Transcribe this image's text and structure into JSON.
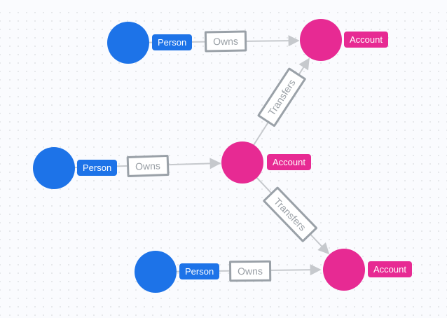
{
  "colors": {
    "person": "#1d73e8",
    "account": "#e72a93",
    "edge": "#c6c9cd",
    "rel-border": "#9aa1a8",
    "rel-text": "#9aa0a6",
    "bg": "#fafbfe",
    "dot": "#e6e8eb"
  },
  "nodes": [
    {
      "id": "person-1",
      "type": "Person",
      "label": "Person"
    },
    {
      "id": "account-1",
      "type": "Account",
      "label": "Account"
    },
    {
      "id": "person-2",
      "type": "Person",
      "label": "Person"
    },
    {
      "id": "account-2",
      "type": "Account",
      "label": "Account"
    },
    {
      "id": "person-3",
      "type": "Person",
      "label": "Person"
    },
    {
      "id": "account-3",
      "type": "Account",
      "label": "Account"
    }
  ],
  "relationships": [
    {
      "label": "Owns",
      "from": "person-1",
      "to": "account-1"
    },
    {
      "label": "Transfers",
      "from": "account-2",
      "to": "account-1"
    },
    {
      "label": "Owns",
      "from": "person-2",
      "to": "account-2"
    },
    {
      "label": "Transfers",
      "from": "account-2",
      "to": "account-3"
    },
    {
      "label": "Owns",
      "from": "person-3",
      "to": "account-3"
    }
  ]
}
